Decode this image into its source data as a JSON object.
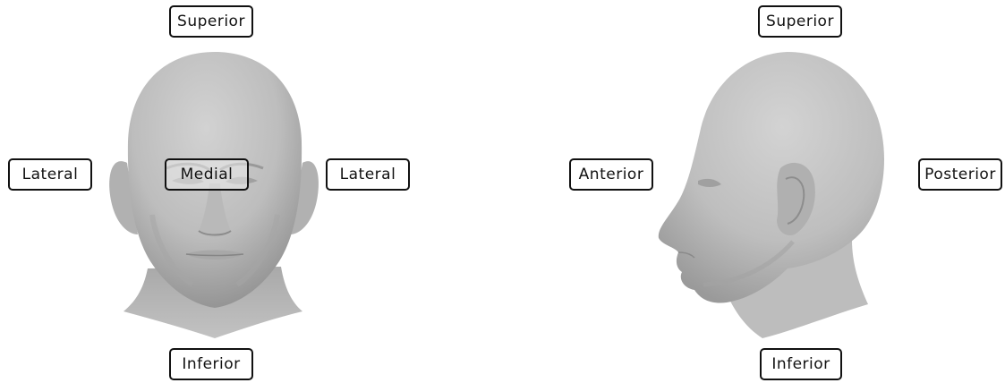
{
  "front_view": {
    "labels": {
      "superior": "Superior",
      "lateral_left": "Lateral",
      "medial": "Medial",
      "lateral_right": "Lateral",
      "inferior": "Inferior"
    }
  },
  "side_view": {
    "labels": {
      "superior": "Superior",
      "anterior": "Anterior",
      "posterior": "Posterior",
      "inferior": "Inferior"
    }
  },
  "colors": {
    "skin_light": "#c9c9c9",
    "skin_mid": "#b3b3b3",
    "skin_dark": "#8f8f8f",
    "label_border": "#111111"
  }
}
